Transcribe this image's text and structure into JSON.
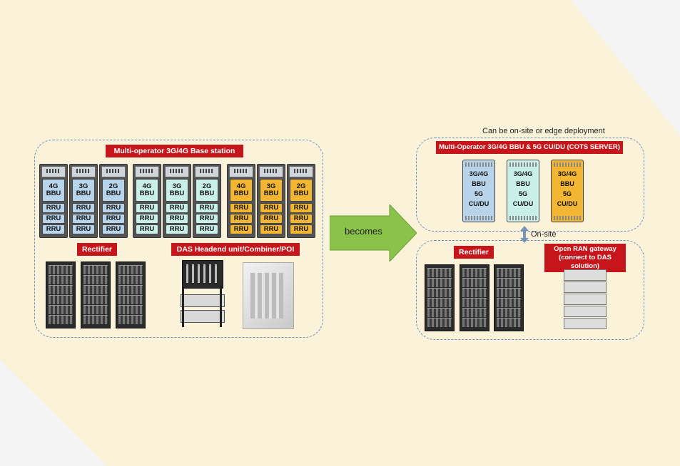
{
  "left_box": {
    "title": "Multi-operator 3G/4G Base station",
    "groups": [
      {
        "color": "blue",
        "racks": [
          "4G\nBBU",
          "3G\nBBU",
          "2G\nBBU"
        ]
      },
      {
        "color": "mint",
        "racks": [
          "4G\nBBU",
          "3G\nBBU",
          "2G\nBBU"
        ]
      },
      {
        "color": "yellow",
        "racks": [
          "4G\nBBU",
          "3G\nBBU",
          "2G\nBBU"
        ]
      }
    ],
    "rru_label": "RRU",
    "rectifier_label": "Rectifier",
    "das_label": "DAS Headend unit/Combiner/POI"
  },
  "arrow": {
    "label": "becomes"
  },
  "right": {
    "caption": "Can be on-site or edge deployment",
    "top_title": "Multi-Operator 3G/4G BBU & 5G CU/DU (COTS SERVER)",
    "servers": [
      {
        "color": "blue",
        "lines": [
          "3G/4G",
          "BBU",
          "5G",
          "CU/DU"
        ]
      },
      {
        "color": "mint",
        "lines": [
          "3G/4G",
          "BBU",
          "5G",
          "CU/DU"
        ]
      },
      {
        "color": "yellow",
        "lines": [
          "3G/4G",
          "BBU",
          "5G",
          "CU/DU"
        ]
      }
    ],
    "onsite_label": "On-site",
    "rectifier_label": "Rectifier",
    "gateway_label": "Open RAN gateway (connect to DAS solution)"
  },
  "colors": {
    "blue": "#b8d4ea",
    "mint": "#c9efe9",
    "yellow": "#f2b632",
    "label_red": "#c6161c",
    "arrow_green": "#8bc34a"
  }
}
